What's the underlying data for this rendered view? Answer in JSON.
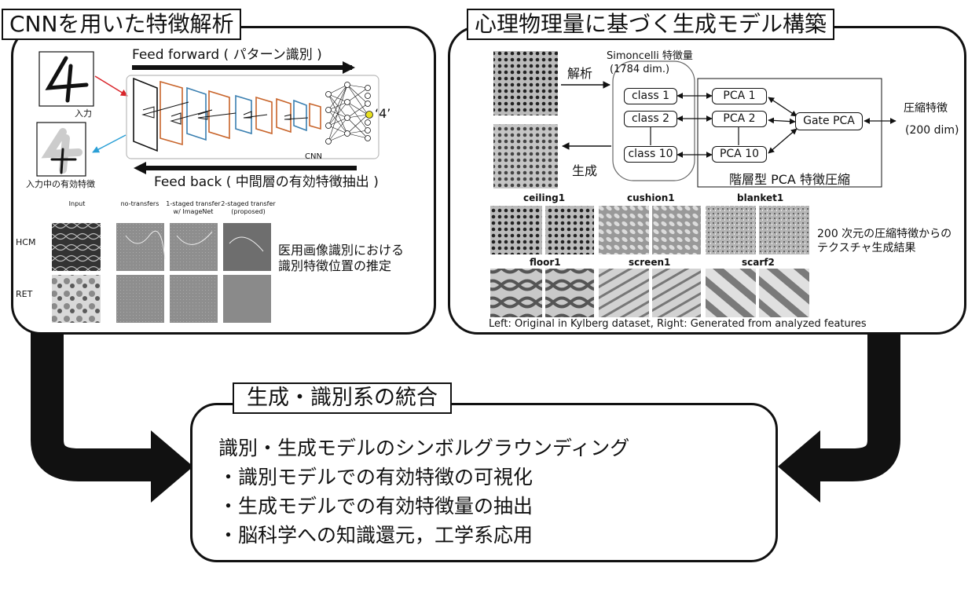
{
  "left_panel": {
    "title": "CNNを用いた特徴解析",
    "feed_forward": "Feed forward ( パターン識別 )",
    "feed_back": "Feed back ( 中間層の有効特徴抽出 )",
    "input_label": "入力",
    "input_feature_label": "入力中の有効特徴",
    "cnn_label": "CNN",
    "output_label": "‘4’",
    "figure_headers": {
      "input": "Input",
      "no_transfers": "no-transfers",
      "one_staged": "1-staged transfer\nw/ ImageNet",
      "two_staged": "2-staged transfer\n(proposed)"
    },
    "row_labels": [
      "HCM",
      "RET"
    ],
    "caption_line1": "医用画像識別における",
    "caption_line2": "識別特徴位置の推定"
  },
  "right_panel": {
    "title": "心理物理量に基づく生成モデル構築",
    "analysis_label": "解析",
    "generation_label": "生成",
    "simoncelli_line1": "Simoncelli 特徴量",
    "simoncelli_line2": "(1784 dim.)",
    "classes": [
      "class 1",
      "class 2",
      "class 10"
    ],
    "pcas": [
      "PCA 1",
      "PCA 2",
      "PCA 10"
    ],
    "gate_pca": "Gate PCA",
    "compressed_label": "圧縮特徴",
    "compressed_dim": "(200 dim)",
    "hier_label": "階層型 PCA 特徴圧縮",
    "texture_names": [
      "ceiling1",
      "cushion1",
      "blanket1",
      "floor1",
      "screen1",
      "scarf2"
    ],
    "result_line1": "200 次元の圧縮特徴からの",
    "result_line2": "テクスチャ生成結果",
    "footer": "Left: Original in Kylberg dataset, Right: Generated from analyzed features"
  },
  "bottom_panel": {
    "title": "生成・識別系の統合",
    "lines": [
      "識別・生成モデルのシンボルグラウンディング",
      "・識別モデルでの有効特徴の可視化",
      "・生成モデルでの有効特徴量の抽出",
      "・脳科学への知識還元，工学系応用"
    ]
  },
  "colors": {
    "arrow_red": "#d9262c",
    "arrow_blue": "#2a9fd6",
    "layer_orange": "#c8642a",
    "layer_blue": "#3a7fb0",
    "output_yellow": "#e8e020"
  }
}
